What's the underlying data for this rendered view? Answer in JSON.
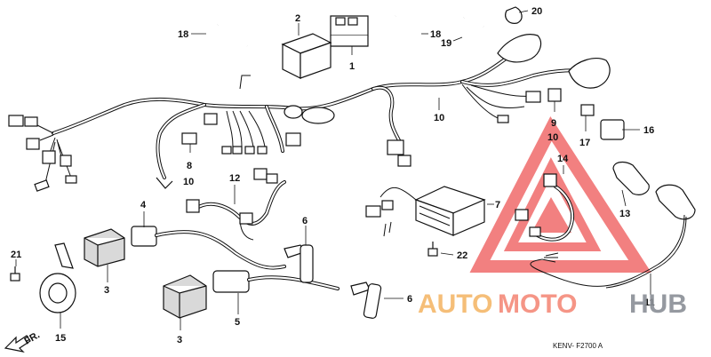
{
  "callouts": [
    {
      "id": "c1",
      "text": "1"
    },
    {
      "id": "c2",
      "text": "2"
    },
    {
      "id": "c3a",
      "text": "3"
    },
    {
      "id": "c3b",
      "text": "3"
    },
    {
      "id": "c4",
      "text": "4"
    },
    {
      "id": "c5",
      "text": "5"
    },
    {
      "id": "c6a",
      "text": "6"
    },
    {
      "id": "c6b",
      "text": "6"
    },
    {
      "id": "c7",
      "text": "7"
    },
    {
      "id": "c8",
      "text": "8"
    },
    {
      "id": "c9",
      "text": "9"
    },
    {
      "id": "c10a",
      "text": "10"
    },
    {
      "id": "c10b",
      "text": "10"
    },
    {
      "id": "c10c",
      "text": "10"
    },
    {
      "id": "c11",
      "text": "11"
    },
    {
      "id": "c12",
      "text": "12"
    },
    {
      "id": "c13",
      "text": "13"
    },
    {
      "id": "c14",
      "text": "14"
    },
    {
      "id": "c15",
      "text": "15"
    },
    {
      "id": "c16",
      "text": "16"
    },
    {
      "id": "c17",
      "text": "17"
    },
    {
      "id": "c18a",
      "text": "18"
    },
    {
      "id": "c18b",
      "text": "18"
    },
    {
      "id": "c19",
      "text": "19"
    },
    {
      "id": "c20",
      "text": "20"
    },
    {
      "id": "c21",
      "text": "21"
    },
    {
      "id": "c22",
      "text": "22"
    }
  ],
  "direction_label": "FR.",
  "diagram_code": "KENV-  F2700 A",
  "watermark": {
    "part1": "AUTO",
    "part2": "MOTO",
    "part3": "HUB",
    "colors": {
      "auto": "#f5b86a",
      "moto": "#f48a7a",
      "hub": "#8a8f96",
      "triangle": "#f06a6a"
    }
  }
}
